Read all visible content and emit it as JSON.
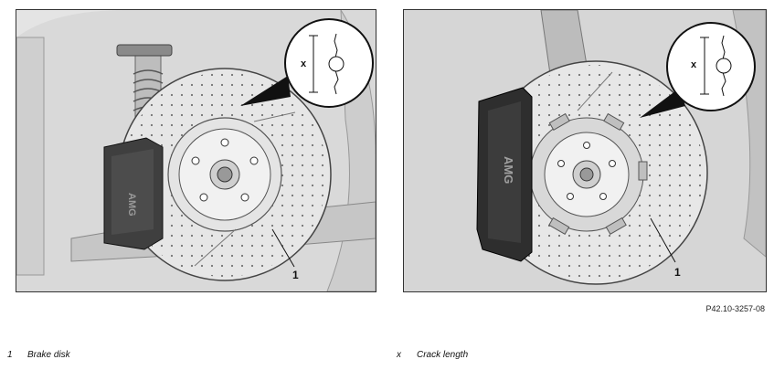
{
  "figure": {
    "code": "P42.10-3257-08",
    "left": {
      "callout": "1",
      "zoom_label": "x",
      "logo": "AMG"
    },
    "right": {
      "callout": "1",
      "zoom_label": "x",
      "logo": "AMG"
    }
  },
  "legend": [
    {
      "key": "1",
      "text": "Brake disk"
    },
    {
      "key": "x",
      "text": "Crack length"
    }
  ]
}
